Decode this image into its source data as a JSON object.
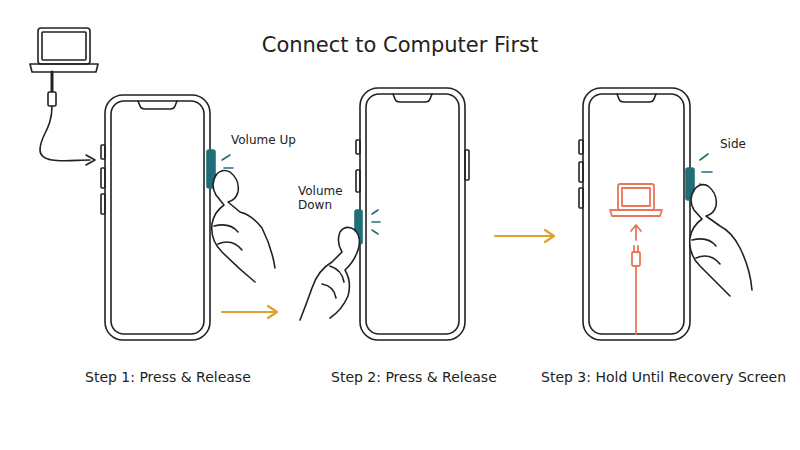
{
  "diagram": {
    "title": "Connect to Computer First",
    "labels": [
      "Volume Up",
      "Volume Down",
      "Side",
      "Step 1: Press & Release",
      "Step 2: Press & Release",
      "Step 3: Hold Until Recovery Screen"
    ]
  }
}
